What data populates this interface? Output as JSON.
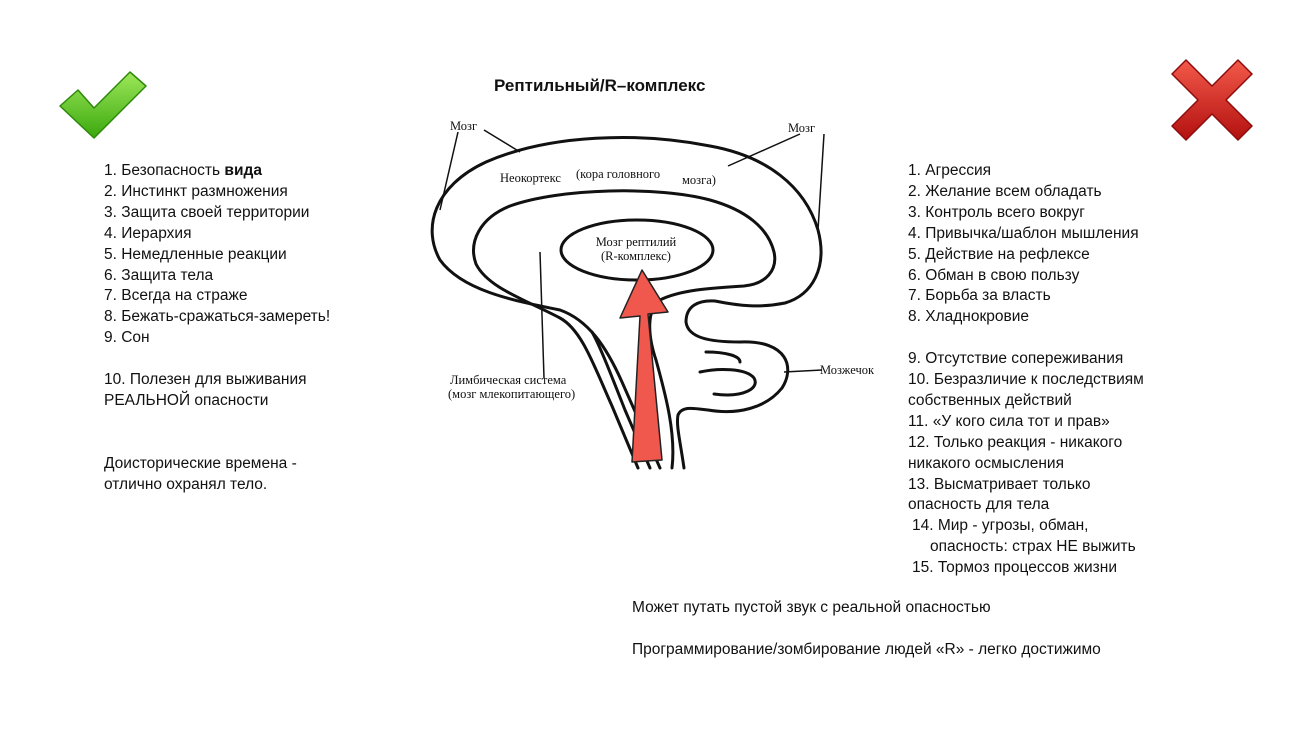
{
  "title": "Рептильный/R–комплекс",
  "icons": {
    "check": "check-icon",
    "cross": "cross-icon",
    "check_color": "#5dc21e",
    "cross_color": "#d81e1e"
  },
  "left": {
    "items": [
      "1. Безопасность ",
      "2. Инстинкт размножения",
      "3. Защита своей территории",
      "4. Иерархия",
      "5. Немедленные реакции",
      "6. Защита тела",
      "7. Всегда на страже",
      "8. Бежать-сражаться-замереть!",
      "9. Сон"
    ],
    "item1_bold": "вида",
    "item10_line1": "10. Полезен для выживания",
    "item10_line2": "РЕАЛЬНОЙ опасности",
    "note_line1": "Доисторические времена -",
    "note_line2": "отлично охранял тело."
  },
  "diagram": {
    "label_brain_left": "Мозг",
    "label_brain_right": "Мозг",
    "label_neocortex_a": "Неокортекс",
    "label_neocortex_b": "(кора головного",
    "label_neocortex_c": "мозга)",
    "label_reptile_1": "Мозг рептилий",
    "label_reptile_2": "(R-комплекс)",
    "label_limbic_1": "Лимбическая система",
    "label_limbic_2": "(мозг млекопитающего)",
    "label_cerebellum": "Мозжечок",
    "arrow_color": "#f0584e"
  },
  "right": {
    "items_a": [
      "1. Агрессия",
      "2. Желание всем обладать",
      "3. Контроль всего вокруг",
      "4. Привычка/шаблон мышления",
      "5. Действие на рефлексе",
      "6. Обман в свою пользу",
      "7. Борьба за власть",
      "8. Хладнокровие"
    ],
    "items_b": [
      "9. Отсутствие сопереживания",
      "10. Безразличие к последствиям",
      "собственных действий",
      "11. «У кого сила тот и прав»",
      "12. Только реакция - никакого",
      "никакого осмысления",
      "13. Высматривает только",
      "опасность для тела"
    ],
    "item14_line1": "14. Мир - угрозы, обман,",
    "item14_line2": "опасность: страх НЕ выжить",
    "item15": "15. Тормоз процессов жизни"
  },
  "bottom": {
    "note1": "Может путать пустой звук с реальной опасностью",
    "note2": "Программирование/зомбирование людей «R» - легко достижимо"
  }
}
